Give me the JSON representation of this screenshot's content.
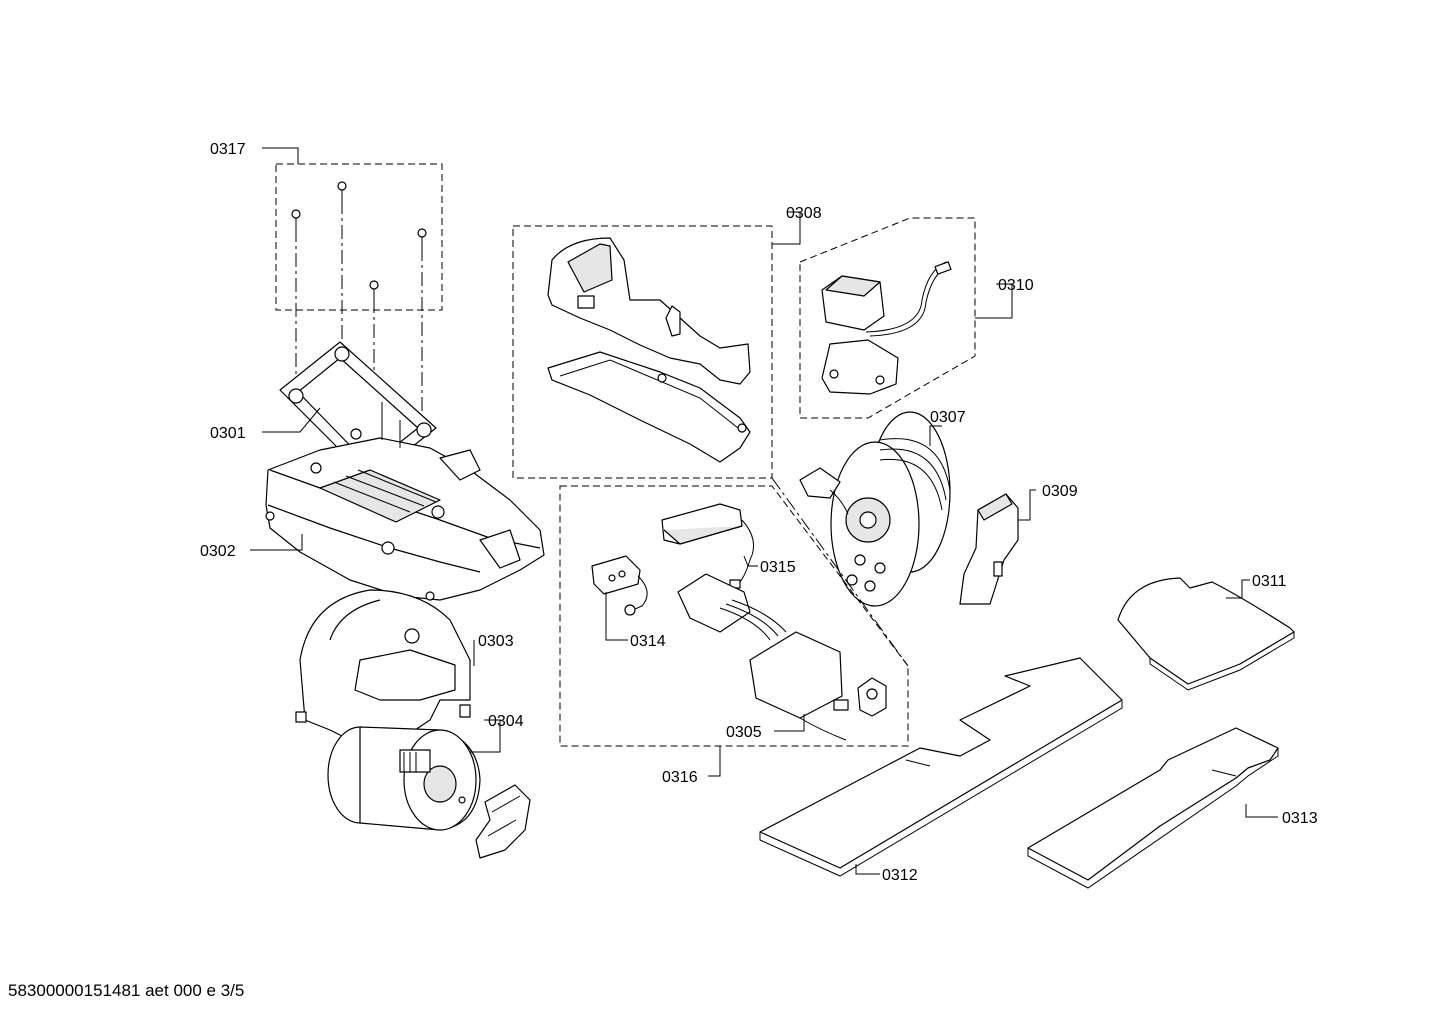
{
  "callouts": {
    "c0317": "0317",
    "c0301": "0301",
    "c0302": "0302",
    "c0303": "0303",
    "c0304": "0304",
    "c0305": "0305",
    "c0307": "0307",
    "c0308": "0308",
    "c0309": "0309",
    "c0310": "0310",
    "c0311": "0311",
    "c0312": "0312",
    "c0313": "0313",
    "c0314": "0314",
    "c0315": "0315",
    "c0316": "0316"
  },
  "footer": "58300000151481 aet 000 e 3/5"
}
